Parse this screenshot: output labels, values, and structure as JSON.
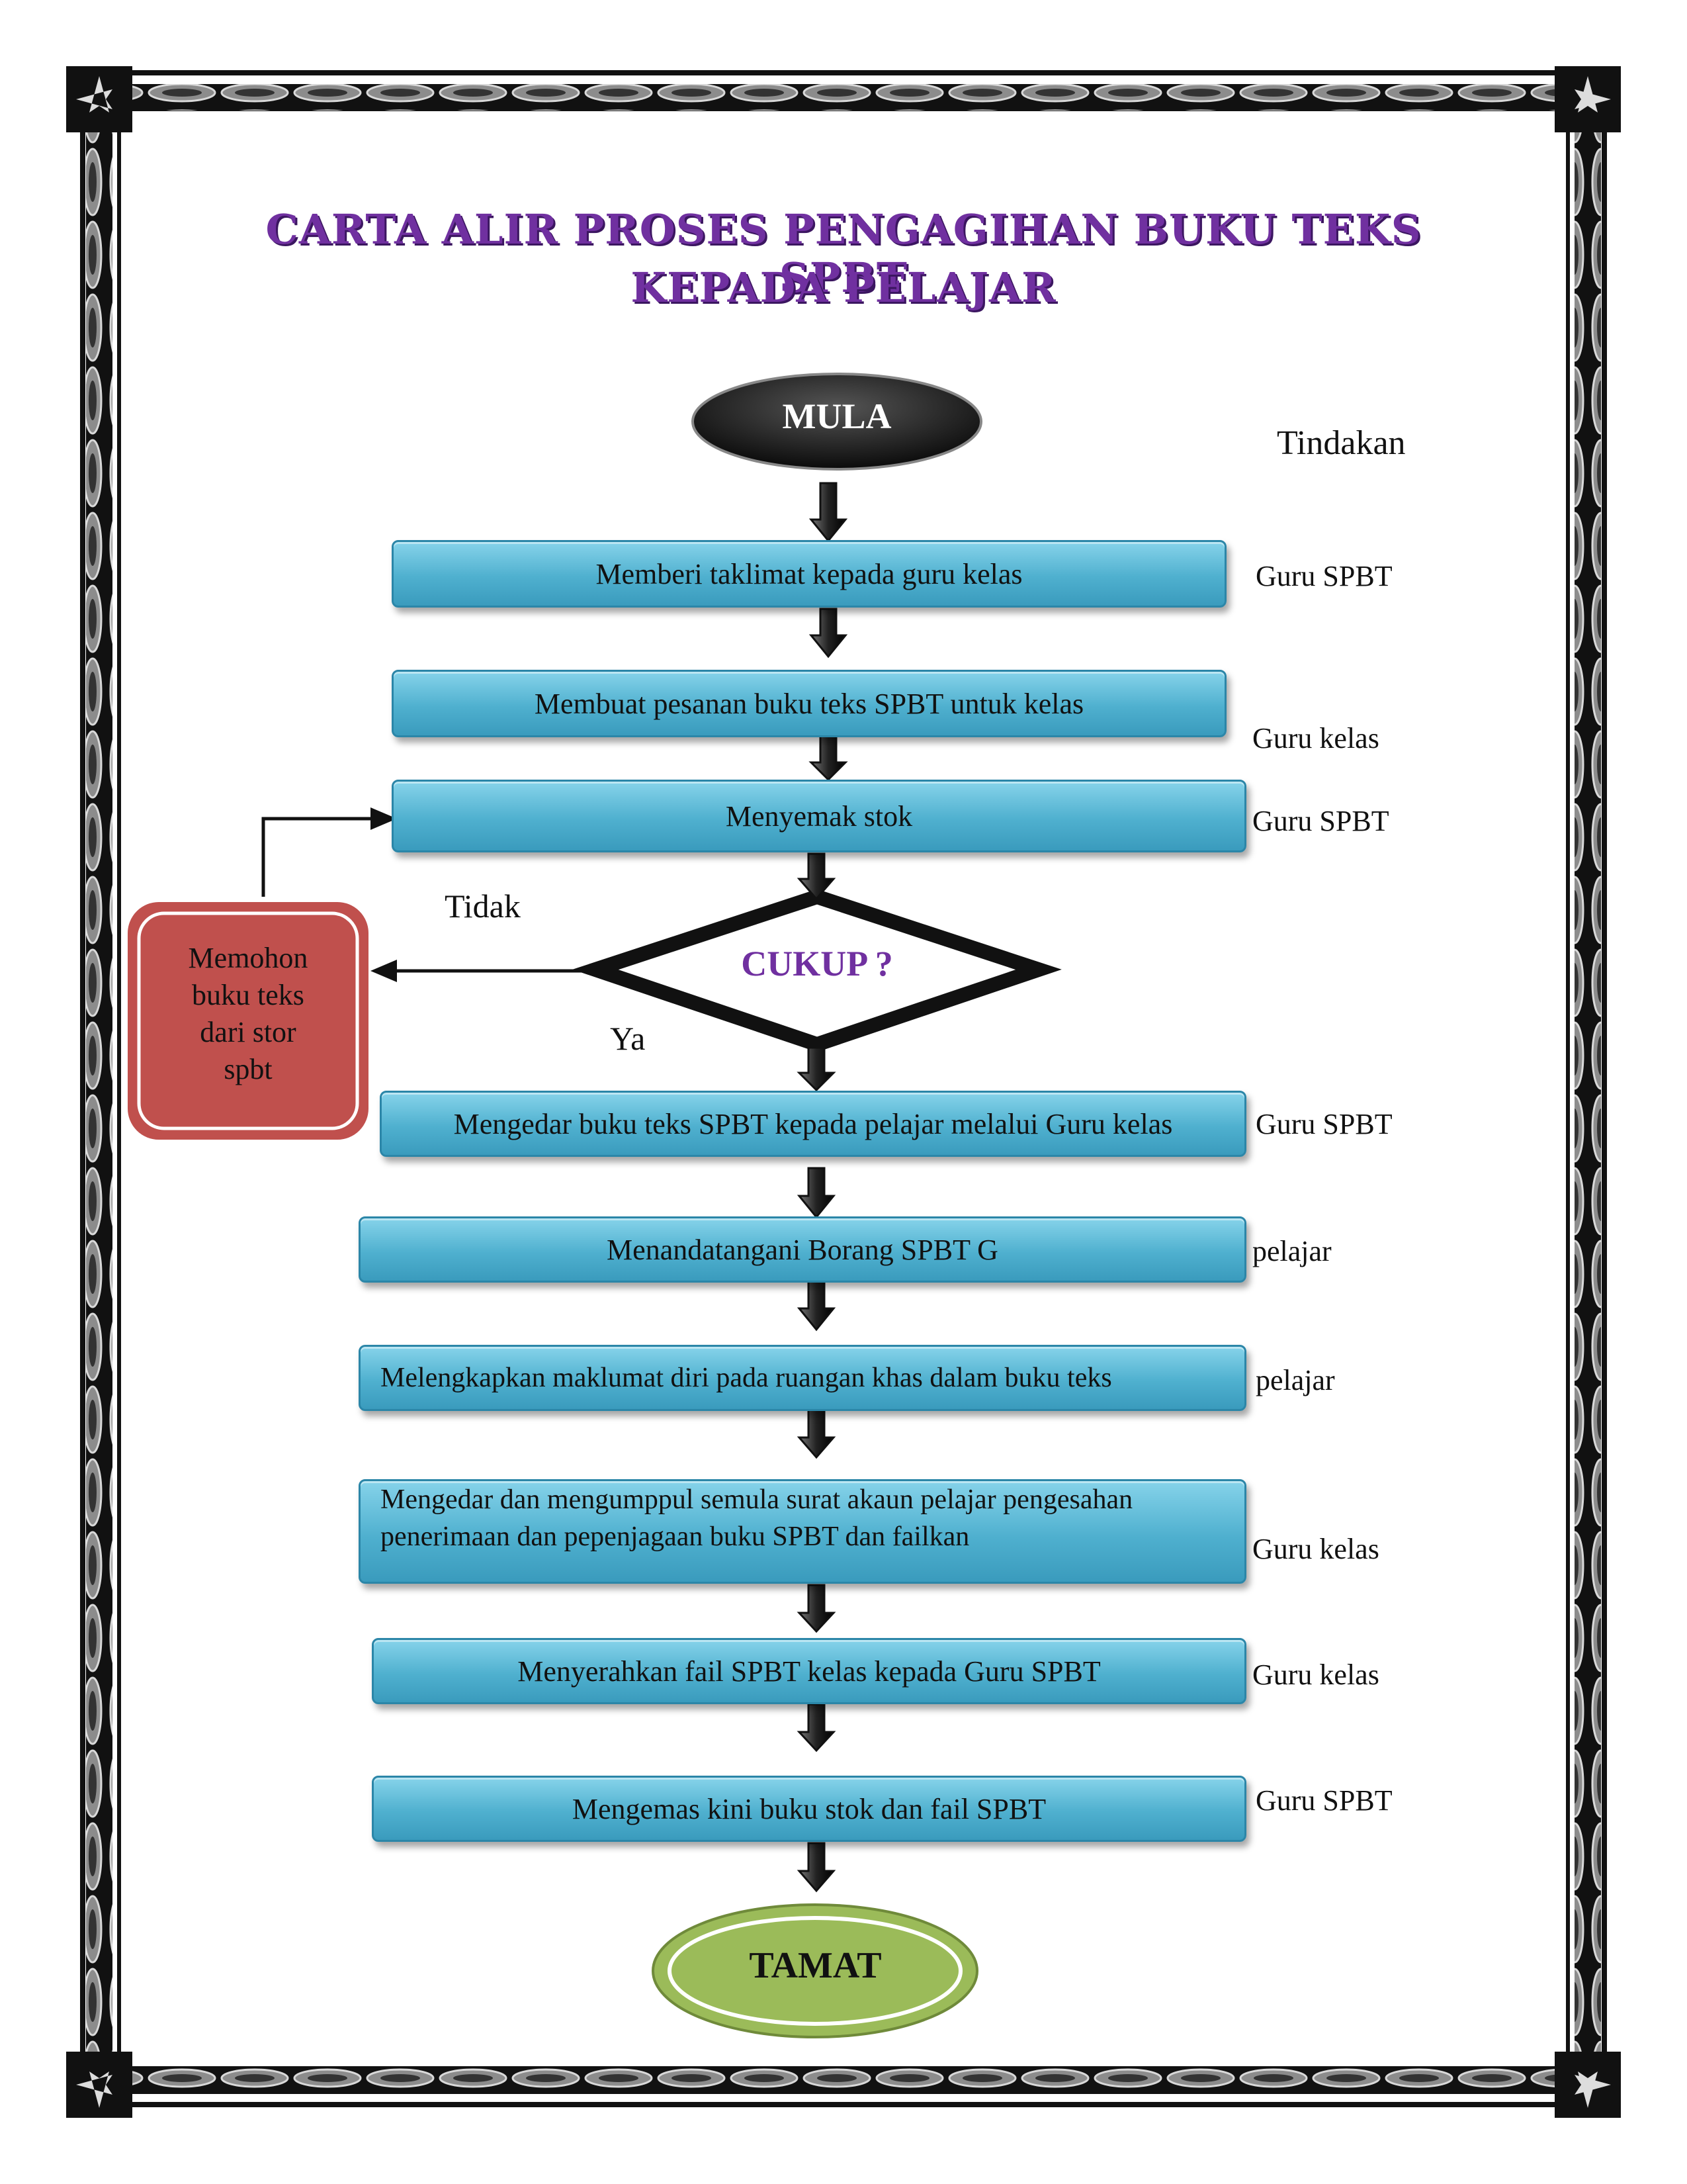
{
  "title": {
    "line1": "CARTA ALIR PROSES PENGAGIHAN BUKU TEKS SPBT",
    "line2": "KEPADA PELAJAR"
  },
  "start": "MULA",
  "end": "TAMAT",
  "column_header": "Tindakan",
  "decision": {
    "text": "CUKUP ?",
    "no_label": "Tidak",
    "yes_label": "Ya"
  },
  "side_box": {
    "lines": [
      "Memohon",
      "buku teks",
      "dari stor",
      "spbt"
    ]
  },
  "steps": [
    {
      "text": "Memberi taklimat kepada guru kelas",
      "actor": "Guru  SPBT"
    },
    {
      "text": "Membuat pesanan buku teks SPBT untuk kelas",
      "actor": "Guru  kelas"
    },
    {
      "text": "Menyemak stok",
      "actor": "Guru  SPBT"
    },
    {
      "text": "Mengedar buku teks SPBT kepada pelajar melalui Guru kelas",
      "actor": "Guru  SPBT"
    },
    {
      "text": "Menandatangani Borang SPBT G",
      "actor": "pelajar"
    },
    {
      "text": "Melengkapkan  maklumat diri pada ruangan khas dalam buku teks",
      "actor": "pelajar"
    },
    {
      "text_line1": "Mengedar dan mengumppul semula surat akaun pelajar pengesahan",
      "text_line2": "penerimaan dan pepenjagaan buku SPBT dan failkan",
      "actor": "Guru  kelas"
    },
    {
      "text": "Menyerahkan fail SPBT kelas kepada Guru SPBT",
      "actor": "Guru  kelas"
    },
    {
      "text": "Mengemas kini buku stok dan fail SPBT",
      "actor": "Guru  SPBT"
    }
  ],
  "colors": {
    "title": "#7030a0",
    "step_box": "#4fb0cf",
    "side_box": "#c0504d",
    "end_oval": "#9bbb59",
    "start_oval": "#111111",
    "decision_text": "#7030a0"
  }
}
